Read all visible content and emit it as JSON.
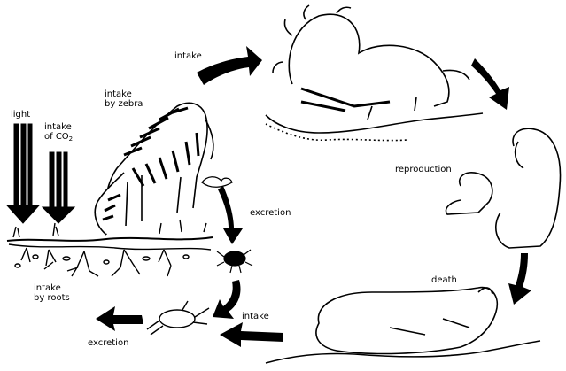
{
  "labels": {
    "light": "light",
    "intake_co2_line1": "intake",
    "intake_co2_line2": "of CO",
    "intake_co2_sub": "2",
    "intake_by_zebra_line1": "intake",
    "intake_by_zebra_line2": "by zebra",
    "intake_top": "intake",
    "reproduction": "reproduction",
    "excretion_right": "excretion",
    "death": "death",
    "intake_bottom": "intake",
    "excretion_bottom": "excretion",
    "intake_by_roots_line1": "intake",
    "intake_by_roots_line2": "by roots"
  },
  "colors": {
    "ink": "#000000",
    "paper": "#ffffff"
  }
}
